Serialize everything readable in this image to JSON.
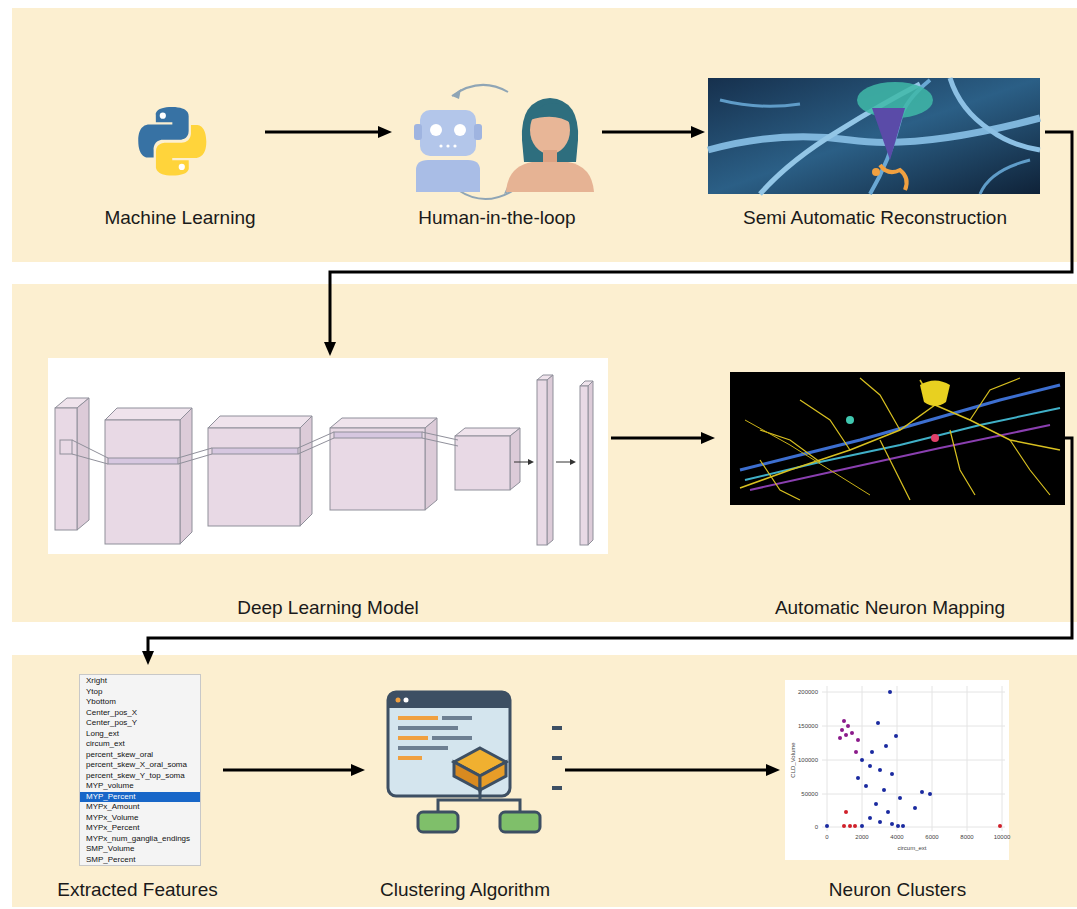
{
  "diagram": {
    "nodes": [
      {
        "text": [
          "Machine Learning"
        ]
      },
      {
        "text": [
          "Human-in-the-loop"
        ]
      },
      {
        "text": [
          "Semi Automatic Reconstruction"
        ]
      },
      {
        "text": [
          "Deep Learning Model"
        ]
      },
      {
        "text": [
          "Automatic Neuron Mapping"
        ]
      },
      {
        "text": [
          "Xright",
          "Ytop",
          "Ybottom",
          "Center_pos_X",
          "Center_pos_Y",
          "Long_ext",
          "circum_ext",
          "percent_skew_oral",
          "percent_skew_X_oral_soma",
          "percent_skew_Y_top_soma",
          "MYP_volume",
          "MYP_Percent",
          "MYPx_Amount",
          "MYPx_Volume",
          "MYPx_Percent",
          "MYPx_num_ganglia_endings",
          "SMP_Volume",
          "SMP_Percent",
          "Extracted Features"
        ]
      },
      {
        "text": [
          "Clustering Algorithm"
        ]
      },
      {
        "text": [
          "Neuron Clusters"
        ]
      }
    ],
    "edges": [
      {
        "from": 0,
        "to": 1,
        "arrow": "to"
      },
      {
        "from": 1,
        "to": 2,
        "arrow": "to"
      },
      {
        "from": 2,
        "to": 3,
        "arrow": "to"
      },
      {
        "from": 3,
        "to": 4,
        "arrow": "to"
      },
      {
        "from": 4,
        "to": 5,
        "arrow": "to"
      },
      {
        "from": 5,
        "to": 6,
        "arrow": "to"
      },
      {
        "from": 6,
        "to": 7,
        "arrow": "to"
      }
    ],
    "labels": [
      "200000",
      "150000",
      "100000",
      "50000",
      "0",
      "0",
      "2000",
      "4000",
      "6000",
      "8000",
      "10000",
      "CLD_Volume",
      "circum_ext"
    ]
  }
}
